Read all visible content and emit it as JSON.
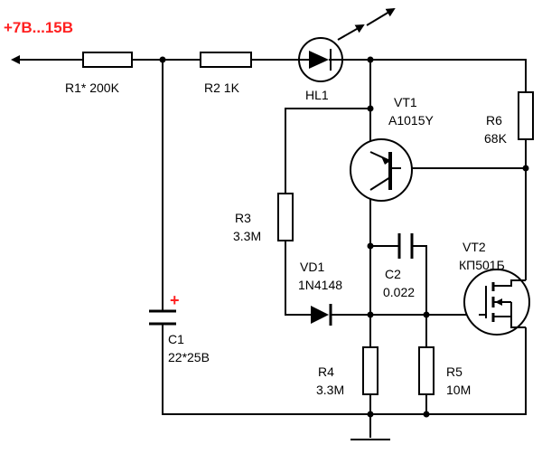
{
  "supply": {
    "label": "+7В...15В",
    "color": "#ff2020"
  },
  "components": {
    "r1": {
      "label": "R1* 200K"
    },
    "r2": {
      "label": "R2 1K"
    },
    "hl1": {
      "label": "HL1"
    },
    "vt1": {
      "name": "VT1",
      "part": "A1015Y"
    },
    "r6": {
      "name": "R6",
      "value": "68K"
    },
    "r3": {
      "name": "R3",
      "value": "3.3M"
    },
    "vd1": {
      "name": "VD1",
      "part": "1N4148"
    },
    "c2": {
      "name": "C2",
      "value": "0.022"
    },
    "vt2": {
      "name": "VT2",
      "part": "КП501Б"
    },
    "c1": {
      "name": "C1",
      "value": "22*25В",
      "polarity": "+"
    },
    "r4": {
      "name": "R4",
      "value": "3.3M"
    },
    "r5": {
      "name": "R5",
      "value": "10M"
    }
  }
}
